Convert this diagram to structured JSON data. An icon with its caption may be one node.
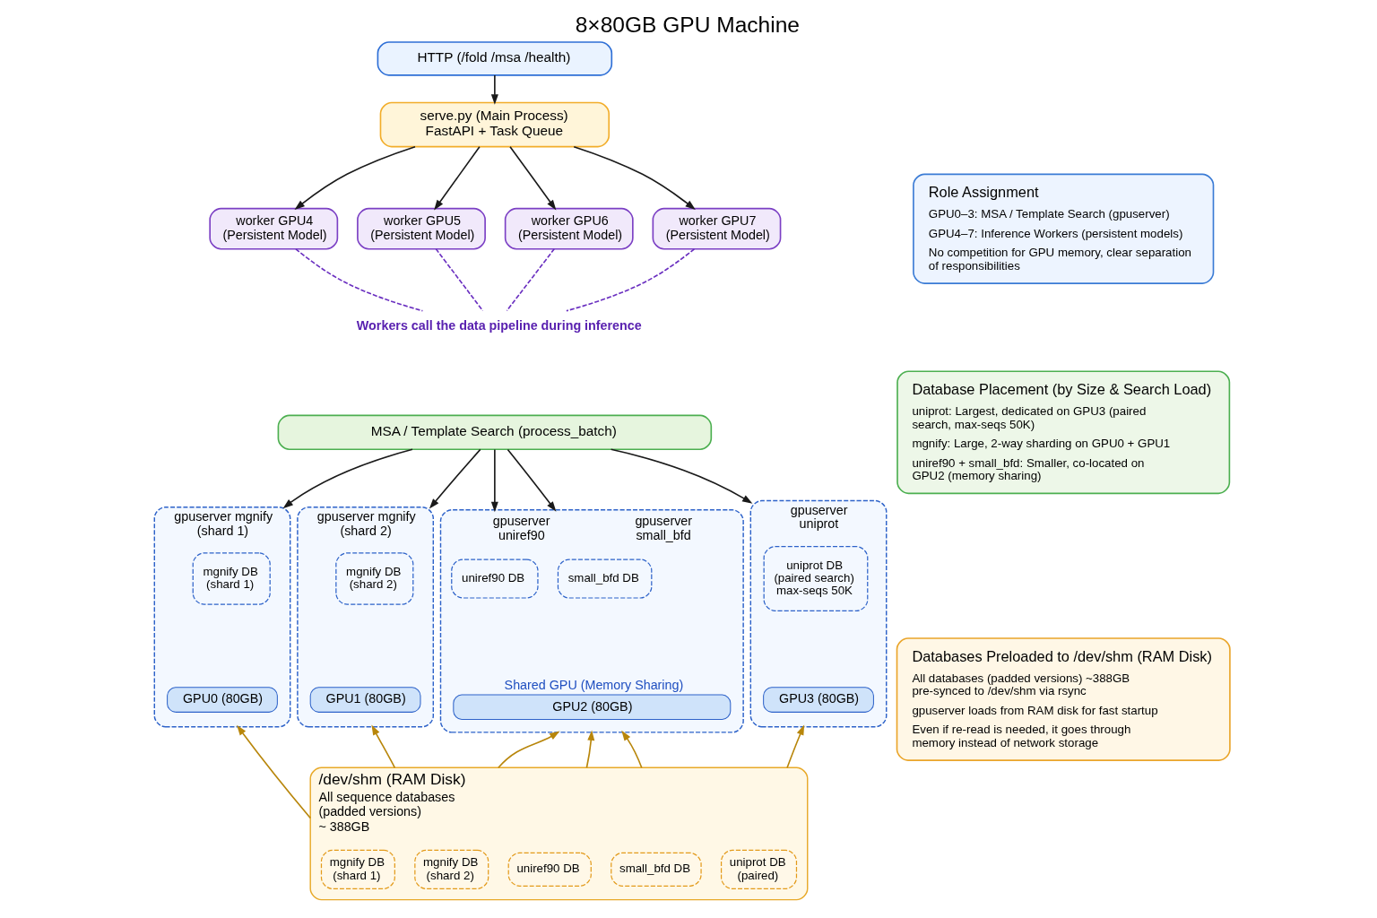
{
  "diagram": {
    "title": "8×80GB GPU Machine",
    "nodes": [
      {
        "text": [
          "HTTP (/fold /msa /health)"
        ]
      },
      {
        "text": [
          "serve.py (Main Process)",
          "FastAPI + Task Queue"
        ]
      },
      {
        "text": [
          "worker GPU4 (Persistent Model)"
        ]
      },
      {
        "text": [
          "worker GPU5 (Persistent Model)"
        ]
      },
      {
        "text": [
          "worker GPU6 (Persistent Model)"
        ]
      },
      {
        "text": [
          "worker GPU7 (Persistent Model)"
        ]
      },
      {
        "text": [
          "Workers call the data pipeline during inference"
        ]
      },
      {
        "text": [
          "MSA / Template Search (process_batch)"
        ]
      },
      {
        "text": [
          "gpuserver mgnify (shard 1)"
        ]
      },
      {
        "text": [
          "mgnify DB (shard 1)"
        ],
        "in": 8
      },
      {
        "text": [
          "GPU0 (80GB)"
        ],
        "in": 8
      },
      {
        "text": [
          "gpuserver mgnify (shard 2)"
        ]
      },
      {
        "text": [
          "mgnify DB (shard 2)"
        ],
        "in": 11
      },
      {
        "text": [
          "GPU1 (80GB)"
        ],
        "in": 11
      },
      {
        "text": [
          "gpuserver uniref90",
          "gpuserver small_bfd"
        ]
      },
      {
        "text": [
          "uniref90 DB"
        ],
        "in": 14
      },
      {
        "text": [
          "small_bfd DB"
        ],
        "in": 14
      },
      {
        "text": [
          "Shared GPU (Memory Sharing)",
          "GPU2 (80GB)"
        ],
        "in": 14
      },
      {
        "text": [
          "gpuserver uniprot"
        ]
      },
      {
        "text": [
          "uniprot DB (paired search)",
          "max-seqs 50K"
        ],
        "in": 18
      },
      {
        "text": [
          "GPU3 (80GB)"
        ],
        "in": 18
      },
      {
        "text": [
          "/dev/shm (RAM Disk)",
          "All sequence databases (padded versions)",
          "~ 388GB"
        ]
      },
      {
        "text": [
          "mgnify DB (shard 1)"
        ],
        "in": 21
      },
      {
        "text": [
          "mgnify DB (shard 2)"
        ],
        "in": 21
      },
      {
        "text": [
          "uniref90 DB"
        ],
        "in": 21
      },
      {
        "text": [
          "small_bfd DB"
        ],
        "in": 21
      },
      {
        "text": [
          "uniprot DB (paired)"
        ],
        "in": 21
      },
      {
        "text": [
          "Role Assignment",
          "GPU0–3: MSA / Template Search (gpuserver)",
          "GPU4–7: Inference Workers (persistent models)",
          "No competition for GPU memory, clear separation of responsibilities"
        ]
      },
      {
        "text": [
          "Database Placement (by Size & Search Load)",
          "uniprot: Largest, dedicated on GPU3 (paired search, max-seqs 50K)",
          "mgnify: Large, 2-way sharding on GPU0 + GPU1",
          "uniref90 + small_bfd: Smaller, co-located on GPU2 (memory sharing)"
        ]
      },
      {
        "text": [
          "Databases Preloaded to /dev/shm (RAM Disk)",
          "All databases (padded versions) ~388GB pre-synced to /dev/shm via rsync",
          "gpuserver loads from RAM disk for fast startup",
          "Even if re-read is needed, it goes through memory instead of network storage"
        ]
      }
    ],
    "edges": [
      {
        "from": 0,
        "to": 1,
        "arrow": "to"
      },
      {
        "from": 1,
        "to": 2,
        "arrow": "to"
      },
      {
        "from": 1,
        "to": 3,
        "arrow": "to"
      },
      {
        "from": 1,
        "to": 4,
        "arrow": "to"
      },
      {
        "from": 1,
        "to": 5,
        "arrow": "to"
      },
      {
        "from": 2,
        "to": 6,
        "arrow": "none",
        "style": "dashed",
        "color": "#6a2fc0"
      },
      {
        "from": 3,
        "to": 6,
        "arrow": "none",
        "style": "dashed",
        "color": "#6a2fc0"
      },
      {
        "from": 4,
        "to": 6,
        "arrow": "none",
        "style": "dashed",
        "color": "#6a2fc0"
      },
      {
        "from": 5,
        "to": 6,
        "arrow": "none",
        "style": "dashed",
        "color": "#6a2fc0"
      },
      {
        "from": 7,
        "to": 8,
        "arrow": "to"
      },
      {
        "from": 7,
        "to": 11,
        "arrow": "to"
      },
      {
        "from": 7,
        "to": 14,
        "arrow": "to"
      },
      {
        "from": 7,
        "to": 14,
        "arrow": "to"
      },
      {
        "from": 7,
        "to": 18,
        "arrow": "to"
      },
      {
        "from": 21,
        "to": 8,
        "arrow": "to",
        "color": "#b8860b"
      },
      {
        "from": 21,
        "to": 11,
        "arrow": "to",
        "color": "#b8860b"
      },
      {
        "from": 21,
        "to": 14,
        "arrow": "to",
        "color": "#b8860b"
      },
      {
        "from": 21,
        "to": 14,
        "arrow": "to",
        "color": "#b8860b"
      },
      {
        "from": 21,
        "to": 14,
        "arrow": "to",
        "color": "#b8860b"
      },
      {
        "from": 21,
        "to": 18,
        "arrow": "to",
        "color": "#b8860b"
      }
    ]
  }
}
